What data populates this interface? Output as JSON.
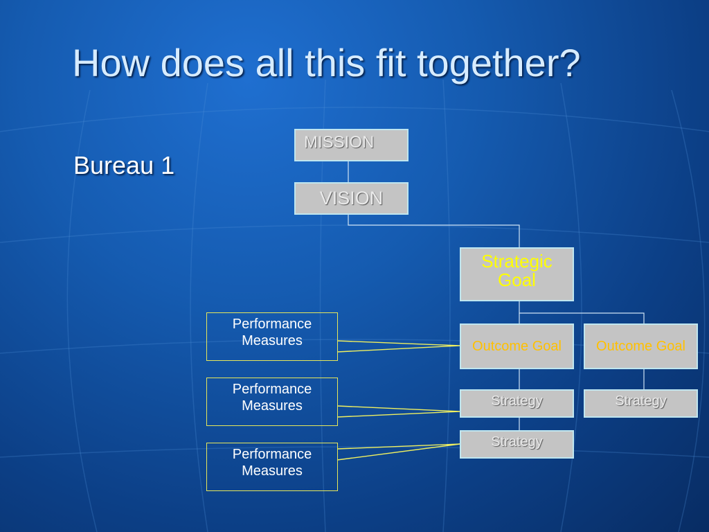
{
  "title": "How does all this fit together?",
  "subtitle": "Bureau 1",
  "nodes": {
    "mission": "MISSION",
    "vision": "VISION",
    "strategic_goal": "Strategic Goal",
    "outcome_goal_1": "Outcome Goal",
    "outcome_goal_2": "Outcome Goal",
    "strategy_1": "Strategy",
    "strategy_2": "Strategy",
    "strategy_3": "Strategy"
  },
  "performance_measures": [
    "Performance Measures",
    "Performance Measures",
    "Performance Measures"
  ],
  "colors": {
    "background": "#155bb0",
    "title_text": "#d7ecff",
    "box_fill": "#c4c4c4",
    "box_border": "#bfe6f0",
    "strategic_goal_text": "#ffff00",
    "outcome_goal_text": "#ffc000",
    "connector_yellow": "#f0f060"
  }
}
